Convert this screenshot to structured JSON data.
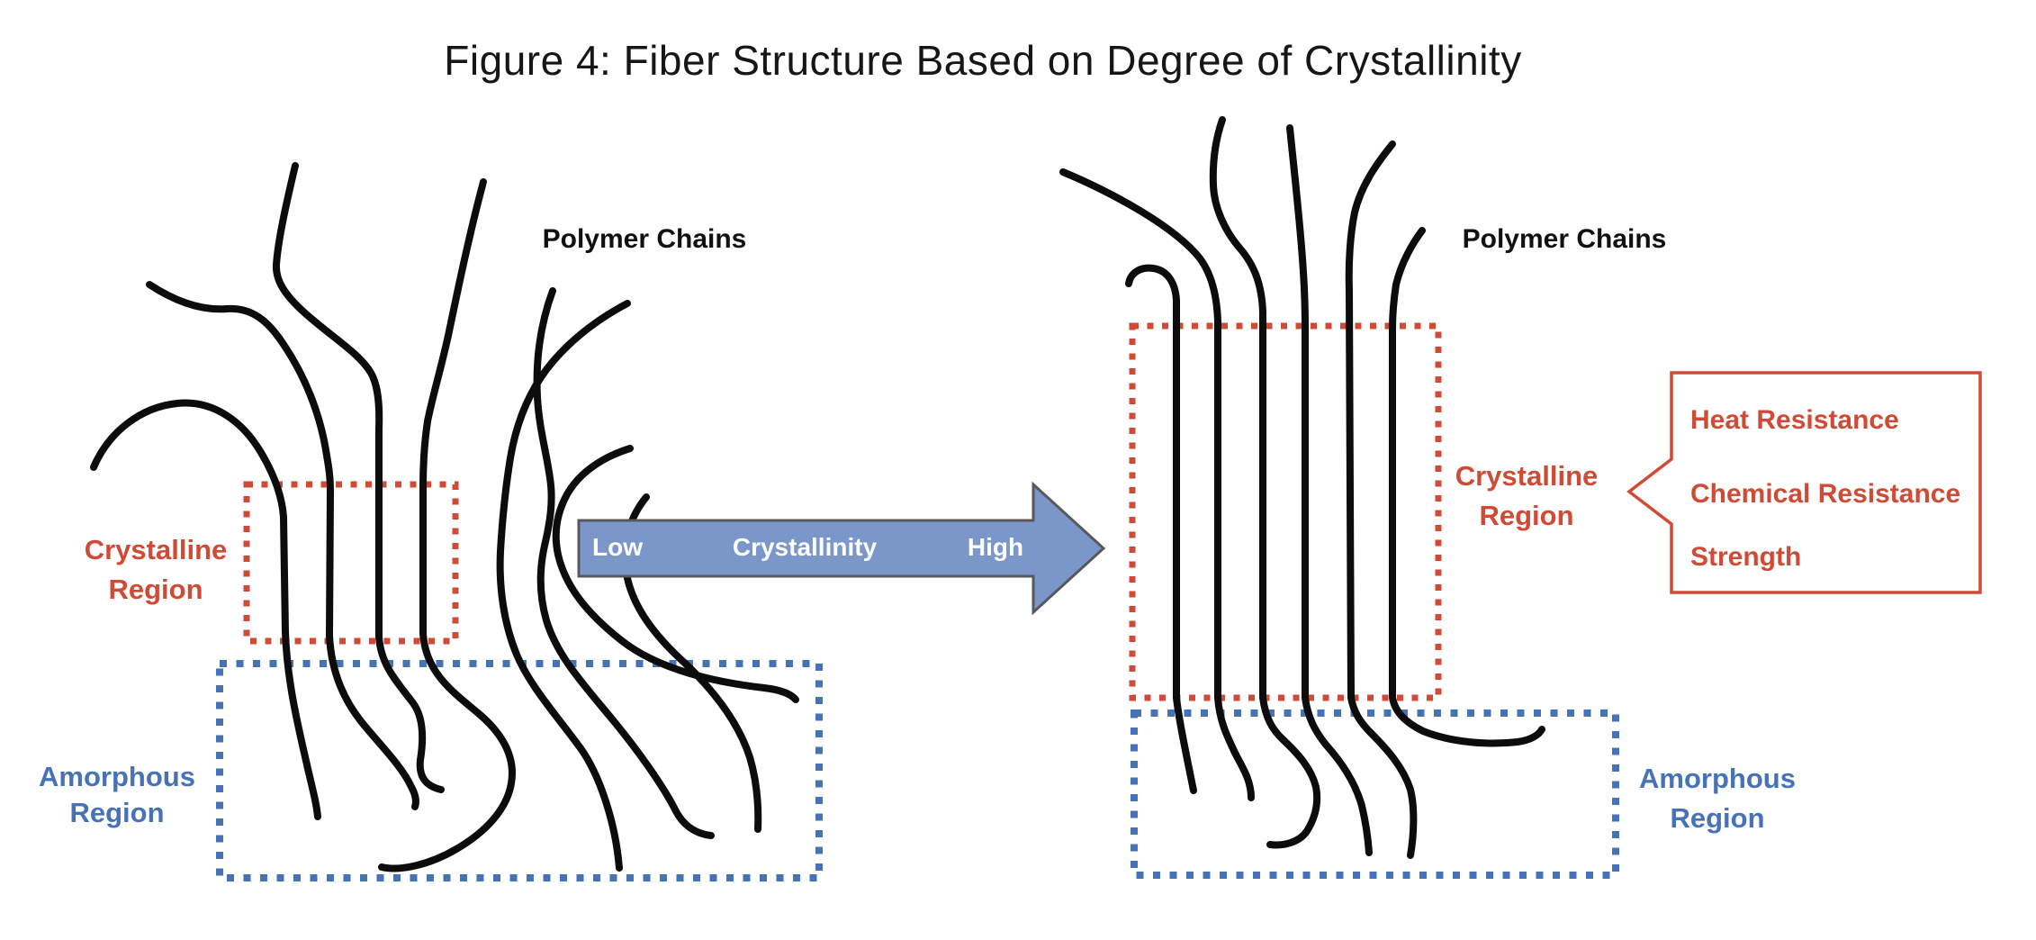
{
  "title": "Figure 4: Fiber Structure Based on Degree of Crystallinity",
  "labels": {
    "polymer_chains": "Polymer Chains",
    "crystalline_line1": "Crystalline",
    "crystalline_line2": "Region",
    "amorphous_line1": "Amorphous",
    "amorphous_line2": "Region"
  },
  "arrow": {
    "low": "Low",
    "label": "Crystallinity",
    "high": "High"
  },
  "callout": {
    "items": [
      "Heat Resistance",
      "Chemical Resistance",
      "Strength"
    ]
  },
  "colors": {
    "crystalline_red": "#d04b35",
    "amorphous_blue": "#4673b7",
    "arrow_fill": "#7b97c9",
    "arrow_border": "#58585a",
    "chain_black": "#0c0c0c"
  }
}
